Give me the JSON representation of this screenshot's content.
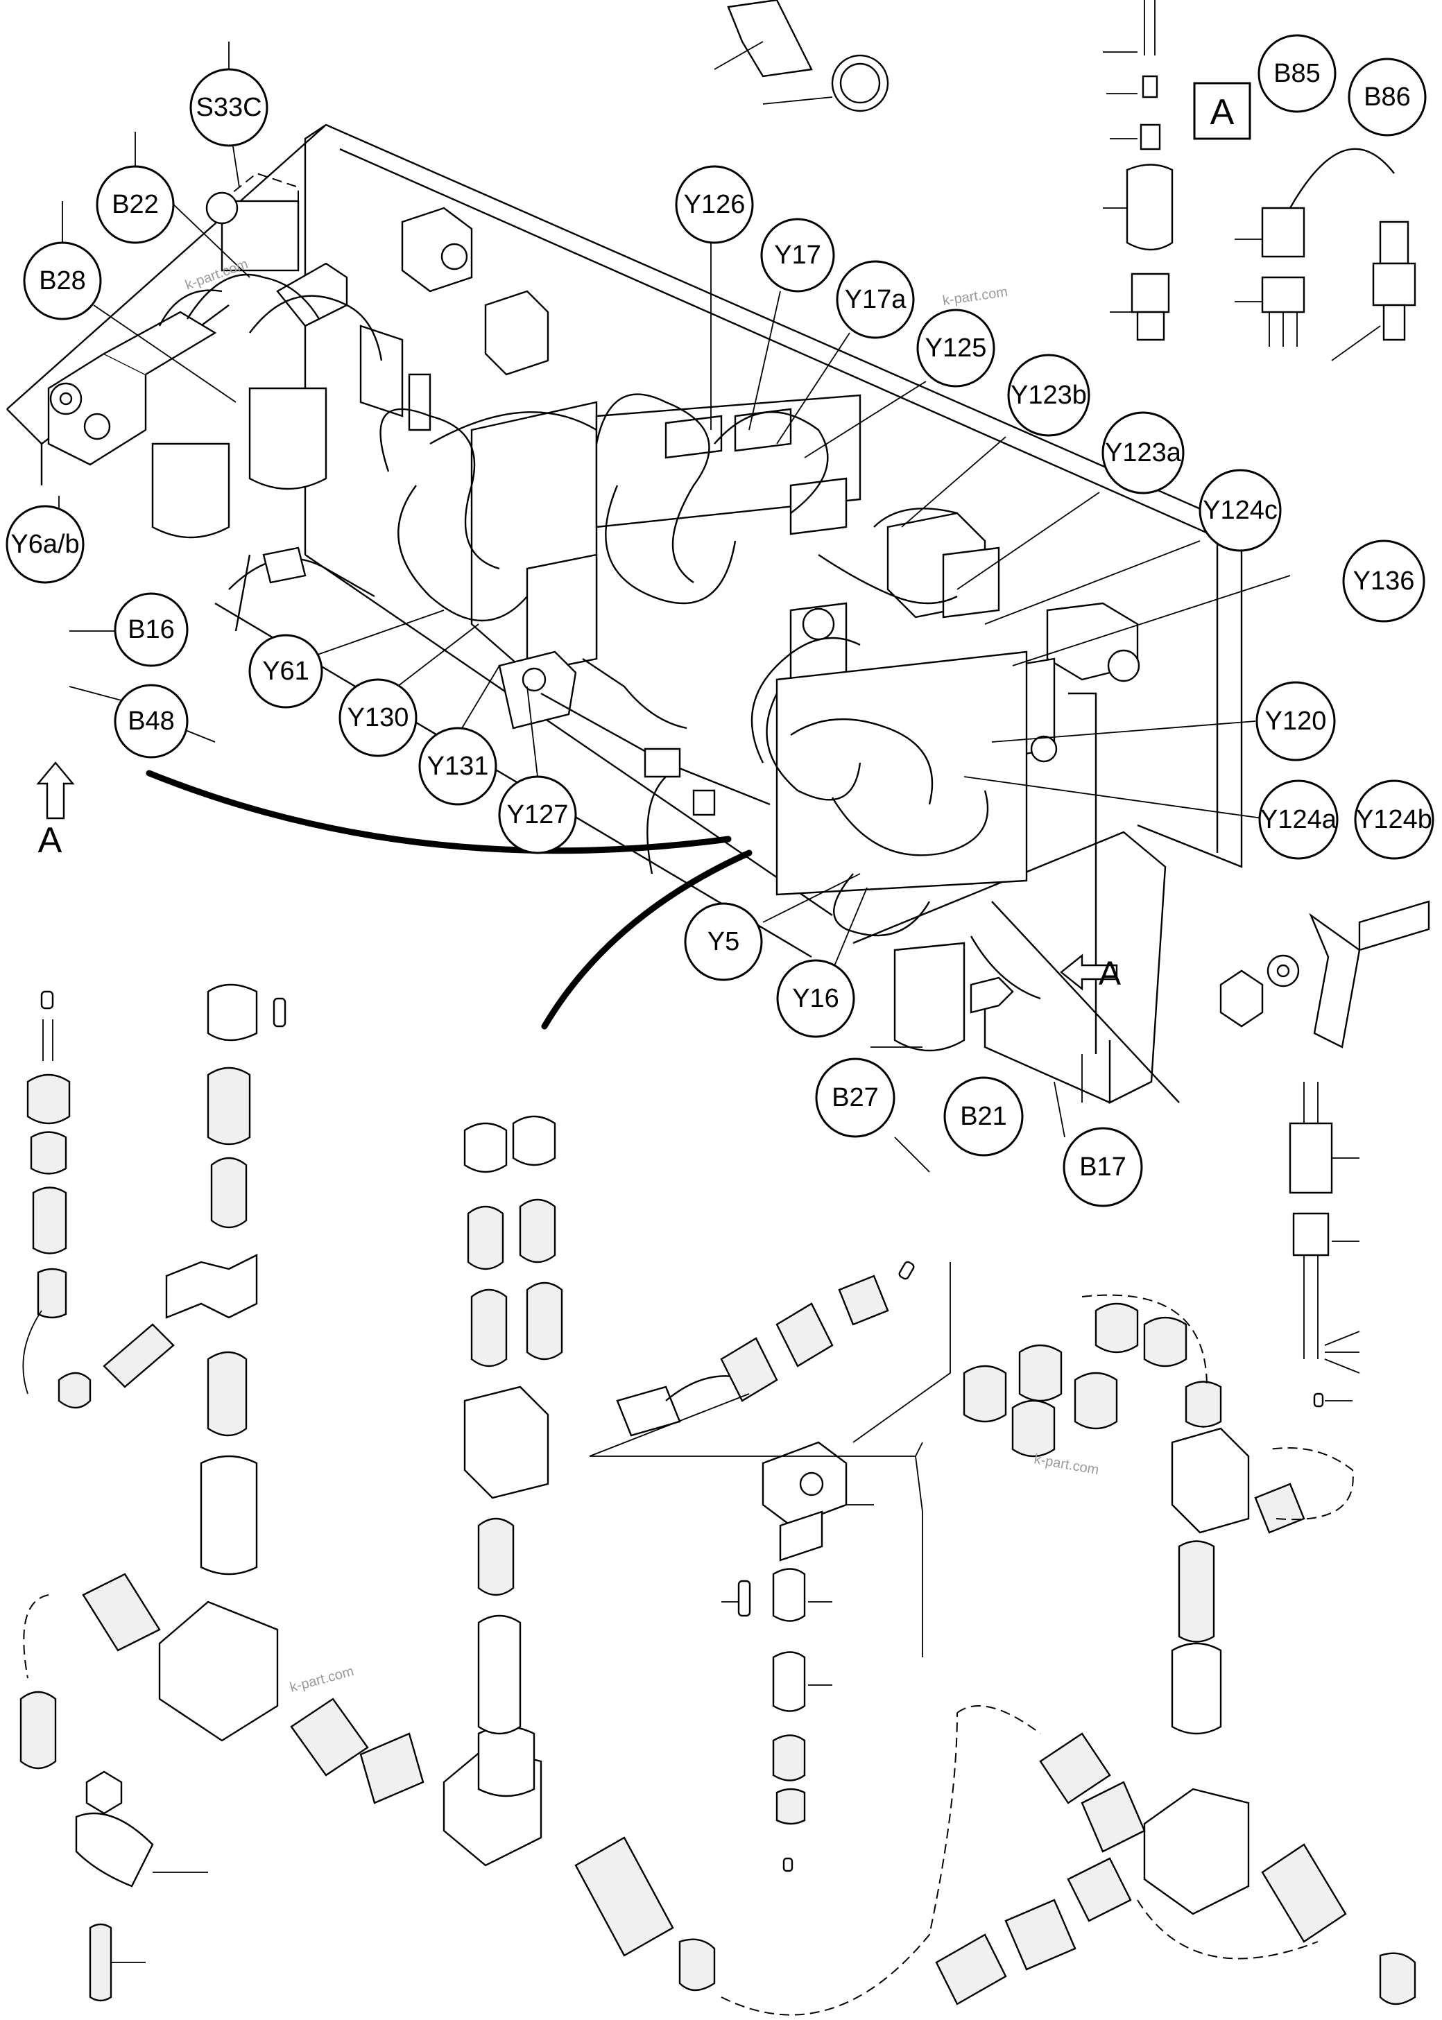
{
  "diagram": {
    "callouts": [
      {
        "id": "S33C",
        "label": "S33C"
      },
      {
        "id": "B22",
        "label": "B22"
      },
      {
        "id": "B28",
        "label": "B28"
      },
      {
        "id": "Y6ab",
        "label": "Y6a/b"
      },
      {
        "id": "B16",
        "label": "B16"
      },
      {
        "id": "B48",
        "label": "B48"
      },
      {
        "id": "Y61",
        "label": "Y61"
      },
      {
        "id": "Y130",
        "label": "Y130"
      },
      {
        "id": "Y131",
        "label": "Y131"
      },
      {
        "id": "Y127",
        "label": "Y127"
      },
      {
        "id": "Y126",
        "label": "Y126"
      },
      {
        "id": "Y17",
        "label": "Y17"
      },
      {
        "id": "Y17a",
        "label": "Y17a"
      },
      {
        "id": "Y125",
        "label": "Y125"
      },
      {
        "id": "Y123b",
        "label": "Y123b"
      },
      {
        "id": "Y123a",
        "label": "Y123a"
      },
      {
        "id": "Y124c",
        "label": "Y124c"
      },
      {
        "id": "Y136",
        "label": "Y136"
      },
      {
        "id": "Y120",
        "label": "Y120"
      },
      {
        "id": "Y124a",
        "label": "Y124a"
      },
      {
        "id": "Y124b",
        "label": "Y124b"
      },
      {
        "id": "Y5",
        "label": "Y5"
      },
      {
        "id": "Y16",
        "label": "Y16"
      },
      {
        "id": "B27",
        "label": "B27"
      },
      {
        "id": "B21",
        "label": "B21"
      },
      {
        "id": "B17",
        "label": "B17"
      },
      {
        "id": "B85",
        "label": "B85"
      },
      {
        "id": "B86",
        "label": "B86"
      }
    ],
    "view_labels": {
      "boxed_view": "A",
      "arrow_left": "A",
      "arrow_right": "A"
    },
    "watermark": "k-part.com"
  }
}
